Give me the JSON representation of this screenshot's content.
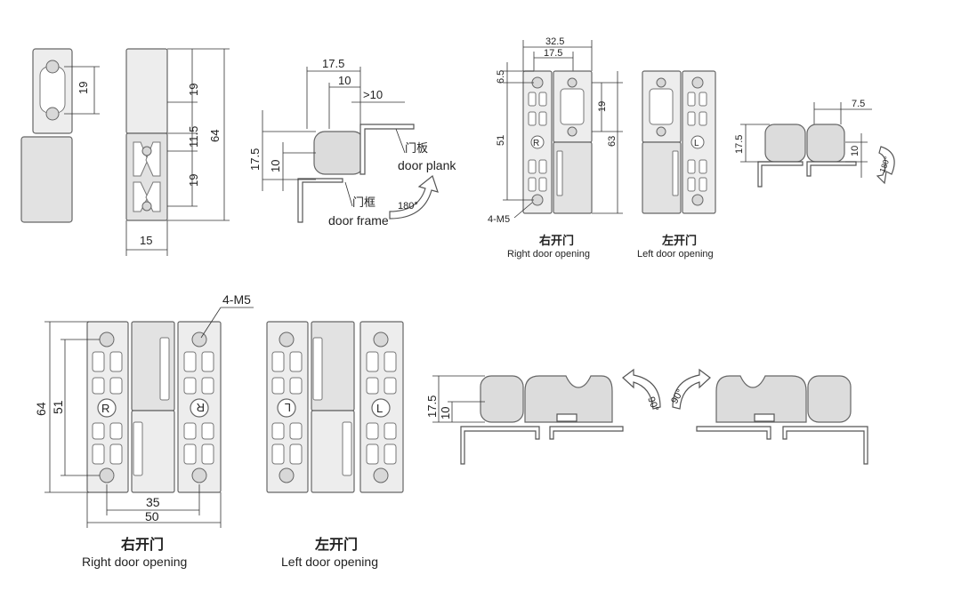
{
  "dimensions": {
    "d19": "19",
    "d64": "64",
    "d11_5": "11.5",
    "d15": "15",
    "d17_5": "17.5",
    "d10": "10",
    "gt10": ">10",
    "d32_5": "32.5",
    "d6_5": "6.5",
    "d51": "51",
    "d63": "63",
    "d7_5": "7.5",
    "d35": "35",
    "d50": "50",
    "m5": "4-M5"
  },
  "labels": {
    "door_plank_cn": "门板",
    "door_plank_en": "door plank",
    "door_frame_cn": "门框",
    "door_frame_en": "door frame",
    "right_cn": "右开门",
    "right_en": "Right door opening",
    "left_cn": "左开门",
    "left_en": "Left door opening",
    "angle180": "180°",
    "angle90": "90°",
    "mark_r": "R",
    "mark_l": "L"
  }
}
